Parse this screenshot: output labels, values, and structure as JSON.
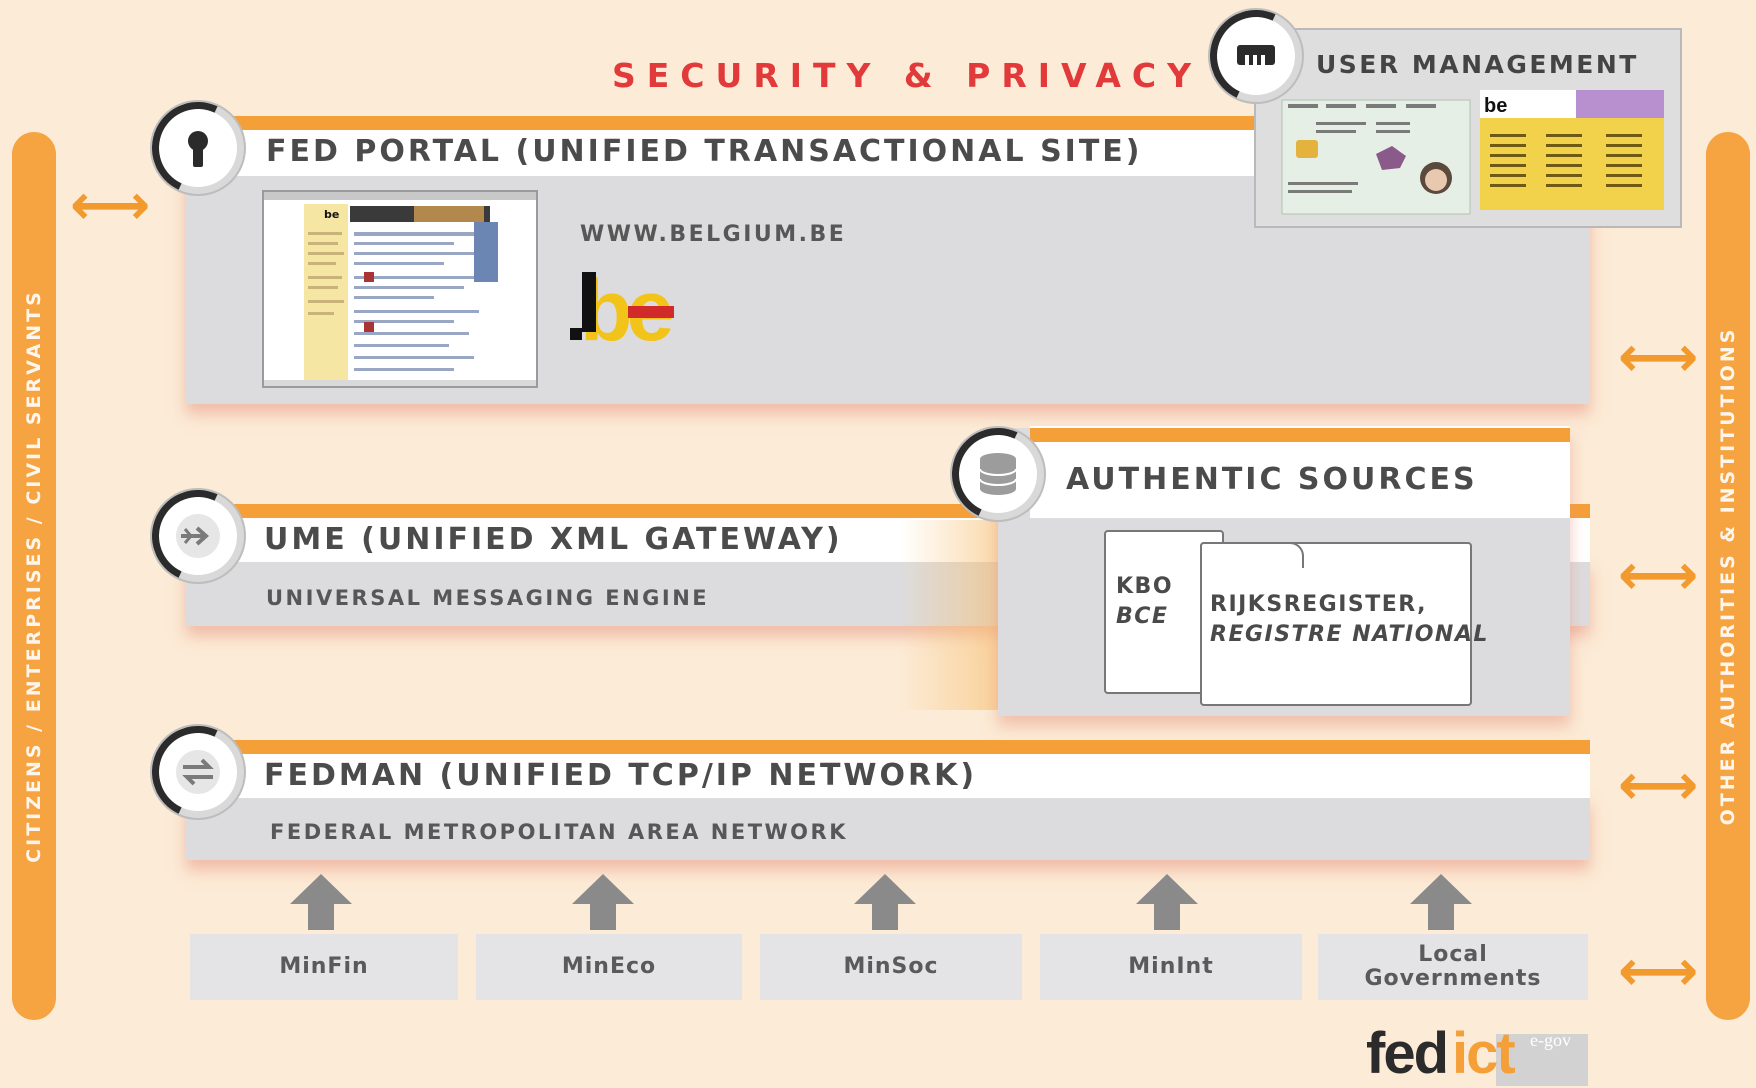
{
  "title": "SECURITY & PRIVACY",
  "left_pillar": "CITIZENS / ENTERPRISES / CIVIL SERVANTS",
  "right_pillar": "OTHER AUTHORITIES & INSTITUTIONS",
  "layers": {
    "portal": {
      "title": "FED PORTAL (UNIFIED TRANSACTIONAL SITE)",
      "url": "WWW.BELGIUM.BE",
      "logo": ".be"
    },
    "ume": {
      "title": "UME (UNIFIED XML GATEWAY)",
      "subtitle": "UNIVERSAL MESSAGING ENGINE"
    },
    "fedman": {
      "title": "FEDMAN (UNIFIED TCP/IP NETWORK)",
      "subtitle": "FEDERAL METROPOLITAN AREA NETWORK"
    }
  },
  "authentic_sources": {
    "title": "AUTHENTIC SOURCES",
    "kbo_line1": "KBO",
    "kbo_line2": "BCE",
    "rr_line1": "RIJKSREGISTER,",
    "rr_line2": "REGISTRE NATIONAL"
  },
  "user_management": {
    "title": "USER MANAGEMENT"
  },
  "ministries": [
    {
      "label": "MinFin"
    },
    {
      "label": "MinEco"
    },
    {
      "label": "MinSoc"
    },
    {
      "label": "MinInt"
    },
    {
      "label": "Local Governments"
    }
  ],
  "brand": {
    "name_fed": "fed",
    "name_ict": "ict",
    "tag": "e-gov"
  },
  "colors": {
    "orange": "#f59f39",
    "title_red": "#e23a3a",
    "gray": "#dcdcde"
  }
}
